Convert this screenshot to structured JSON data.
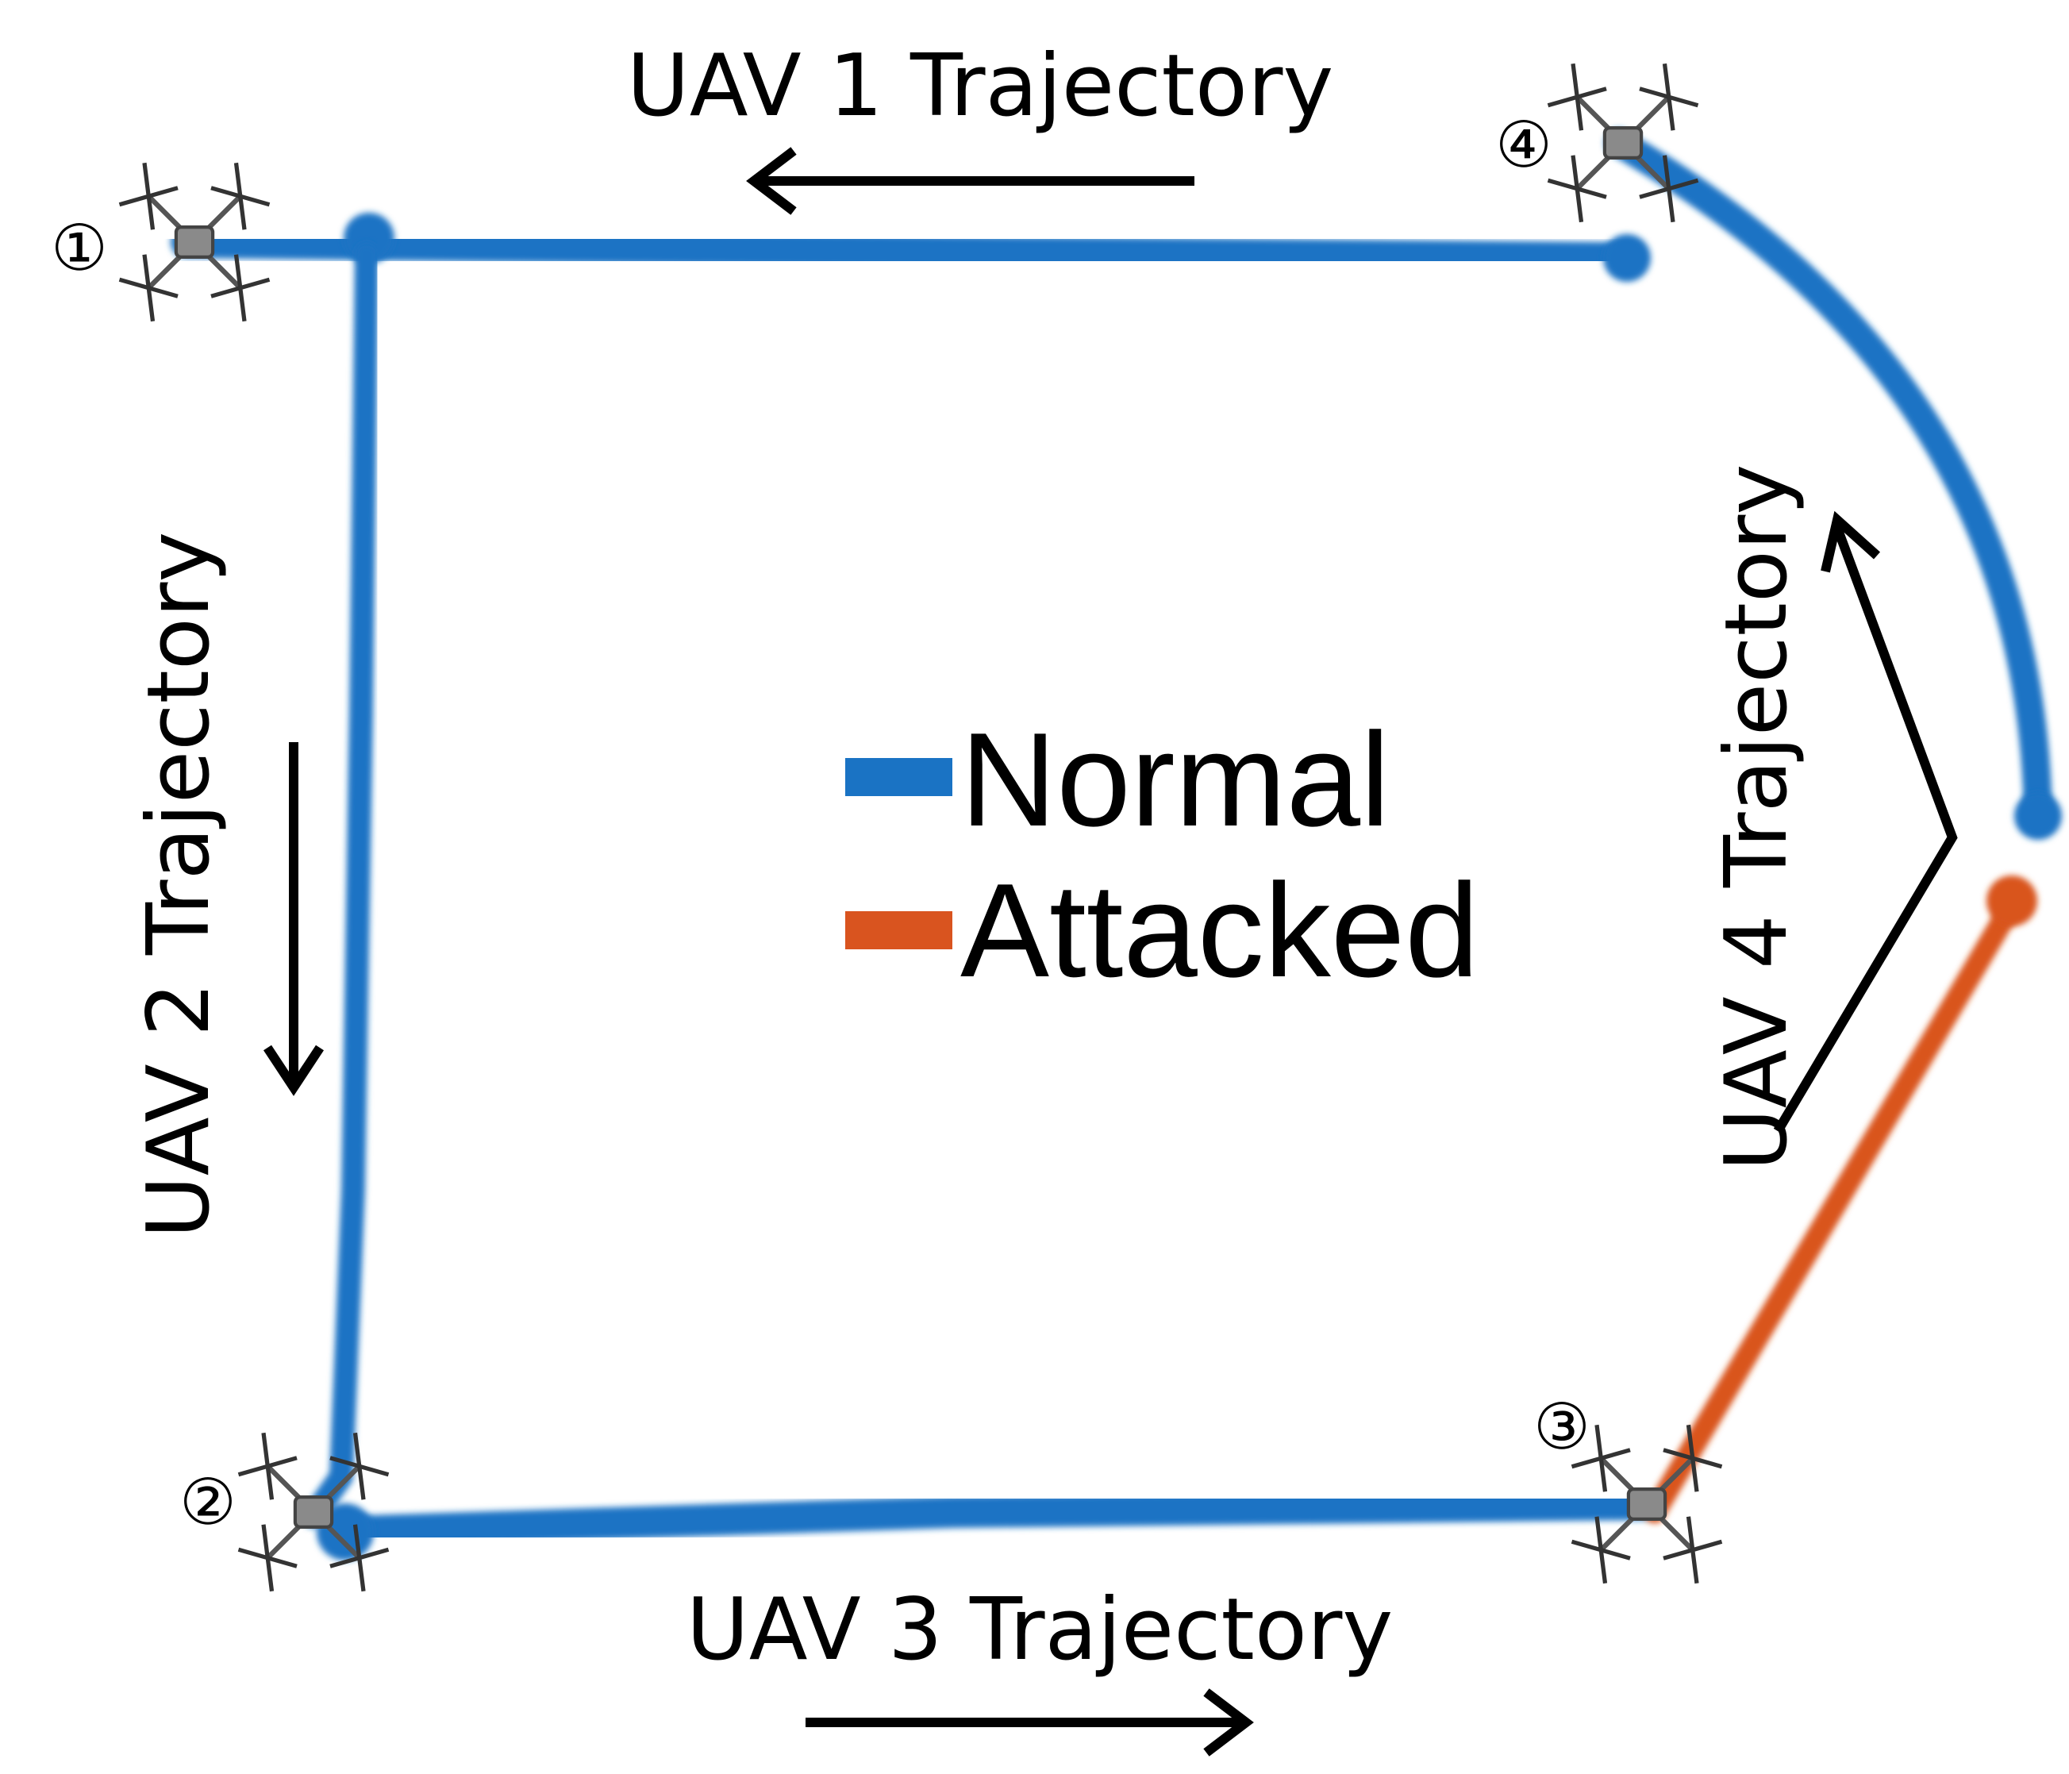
{
  "colors": {
    "normal": "#1a73c4",
    "attacked": "#d9541f",
    "text": "#000000"
  },
  "labels": {
    "uav1": "UAV 1 Trajectory",
    "uav2": "UAV 2 Trajectory",
    "uav3": "UAV 3 Trajectory",
    "uav4": "UAV 4 Trajectory"
  },
  "markers": {
    "m1": "①",
    "m2": "②",
    "m3": "③",
    "m4": "④"
  },
  "legend": {
    "normal": "Normal",
    "attacked": "Attacked"
  },
  "icons": {
    "drone": "quadcopter-drone-icon"
  }
}
